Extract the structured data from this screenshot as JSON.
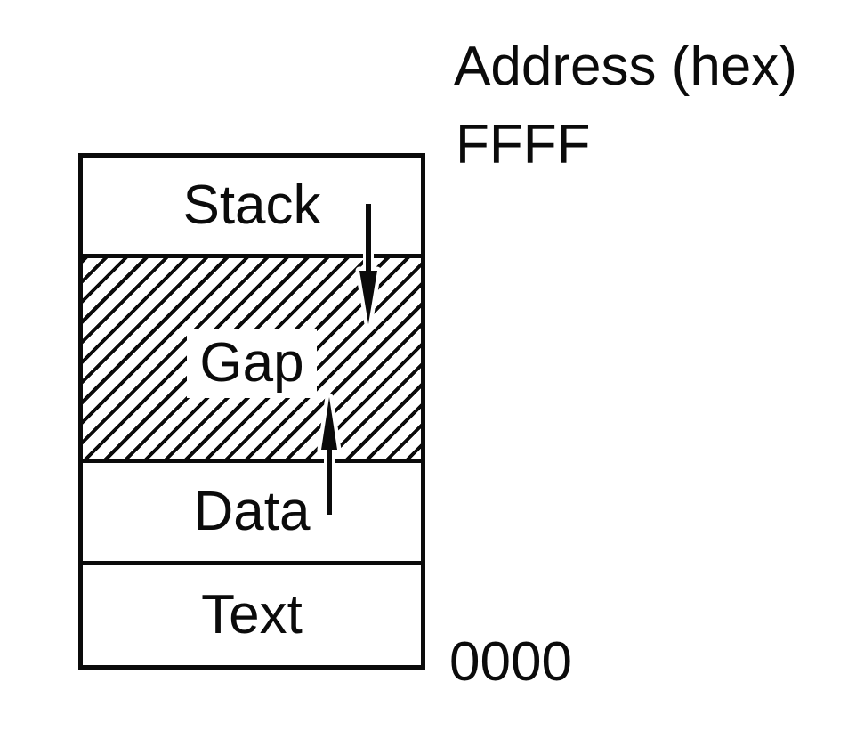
{
  "diagram": {
    "title": "Address (hex)",
    "address_top": "FFFF",
    "address_bottom": "0000",
    "sections": [
      {
        "label": "Stack",
        "pattern": "none"
      },
      {
        "label": "Gap",
        "pattern": "diagonal-hatch"
      },
      {
        "label": "Data",
        "pattern": "none"
      },
      {
        "label": "Text",
        "pattern": "none"
      }
    ],
    "arrows": [
      {
        "name": "stack-growth",
        "direction": "down"
      },
      {
        "name": "data-growth",
        "direction": "up"
      }
    ],
    "colors": {
      "line": "#0b0b0b",
      "background": "#ffffff"
    }
  }
}
